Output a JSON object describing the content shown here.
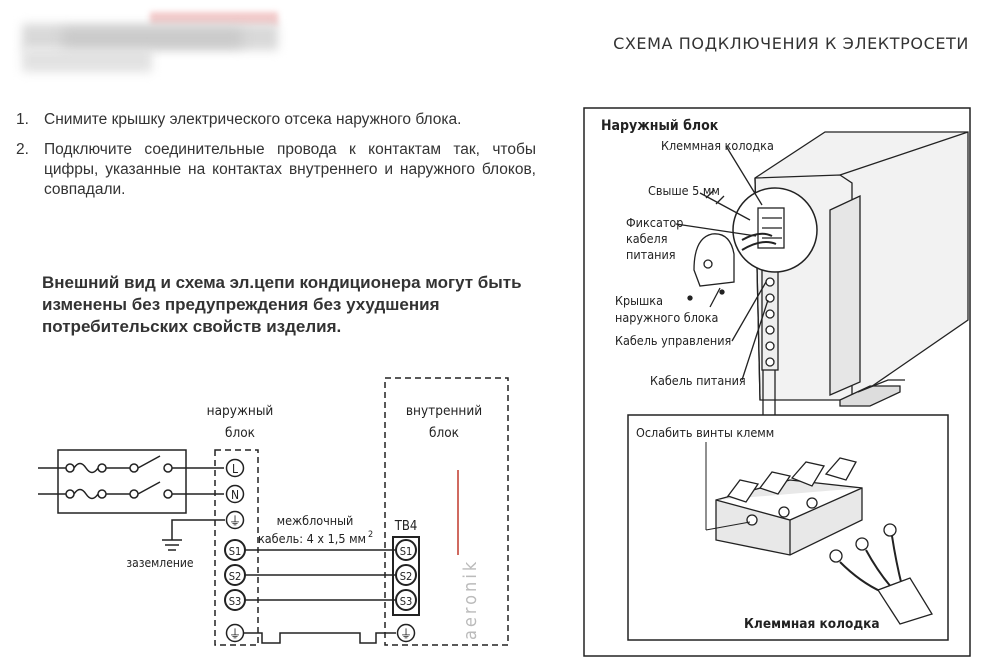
{
  "header": {
    "section_title": "СХЕМА ПОДКЛЮЧЕНИЯ К ЭЛЕКТРОСЕТИ"
  },
  "instructions": {
    "steps": [
      {
        "num": "1.",
        "text": "Снимите крышку электрического отсека наружного блока."
      },
      {
        "num": "2.",
        "text": "Подключите соединительные провода к контактам так, чтобы цифры, указанные на контактах внутреннего и наружного блоков, совпадали."
      }
    ],
    "warning": "Внешний вид и схема эл.цепи кондиционера могут быть изменены без предупреждения без ухудшения потребительских свойств изделия."
  },
  "wiring_diagram": {
    "outdoor_label_line1": "наружный",
    "outdoor_label_line2": "блок",
    "indoor_label_line1": "внутренний",
    "indoor_label_line2": "блок",
    "ground_label": "заземление",
    "cable_label_line1": "межблочный",
    "cable_label_line2": "кабель: 4 х 1,5 мм",
    "cable_label_sup": "2",
    "terminal_block_label": "TB4",
    "outdoor_terminals": [
      "L",
      "N",
      "⏚",
      "S1",
      "S2",
      "S3",
      "⏚"
    ],
    "indoor_terminals": [
      "S1",
      "S2",
      "S3",
      "⏚"
    ],
    "brand_vertical": "aeronik"
  },
  "unit_diagram": {
    "title": "Наружный блок",
    "callouts": {
      "terminal_block": "Клеммная колодка",
      "over_5mm": "Свыше 5 мм",
      "cable_clamp_line1": "Фиксатор",
      "cable_clamp_line2": "кабеля",
      "cable_clamp_line3": "питания",
      "cover_line1": "Крышка",
      "cover_line2": "наружного блока",
      "control_cable": "Кабель управления",
      "power_cable": "Кабель питания"
    },
    "inset": {
      "loosen_screws": "Ослабить винты клемм",
      "terminal_block": "Клеммная колодка"
    }
  },
  "colors": {
    "brand_red": "#c0392b",
    "line": "#222222"
  }
}
